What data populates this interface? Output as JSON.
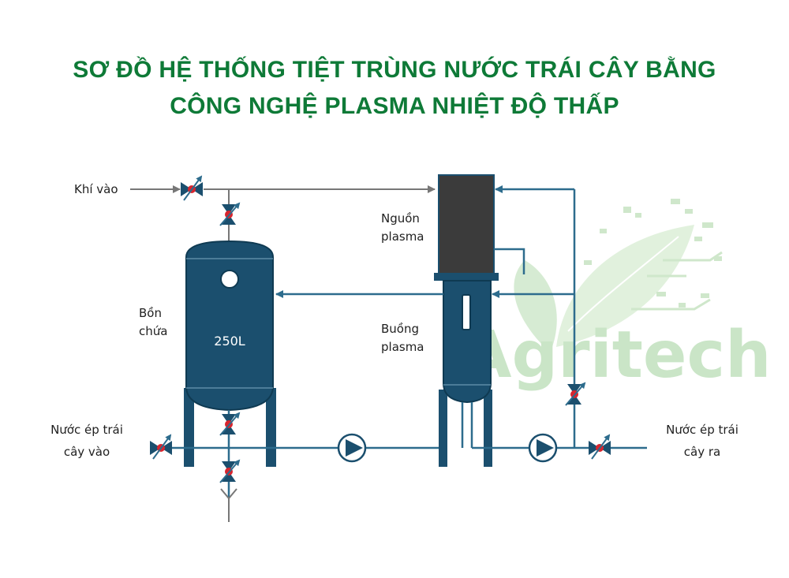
{
  "title": {
    "line1": "SƠ ĐỒ HỆ THỐNG TIỆT TRÙNG NƯỚC TRÁI CÂY BẰNG",
    "line2": "CÔNG NGHỆ PLASMA NHIỆT ĐỘ THẤP",
    "color": "#0e7a37"
  },
  "labels": {
    "air_in": "Khí vào",
    "tank_line1": "Bồn",
    "tank_line2": "chứa",
    "tank_capacity": "250L",
    "plasma_source_line1": "Nguồn",
    "plasma_source_line2": "plasma",
    "plasma_chamber_line1": "Buồng",
    "plasma_chamber_line2": "plasma",
    "juice_in_line1": "Nước ép trái",
    "juice_in_line2": "cây vào",
    "juice_out_line1": "Nước ép trái",
    "juice_out_line2": "cây ra"
  },
  "watermark": {
    "text": "Agritech",
    "color": "#9fd19a"
  },
  "colors": {
    "equipment": "#1b4f6e",
    "pipe": "#2d6c8d",
    "gas_line": "#777777",
    "valve_indicator": "#d8252e",
    "plasma_source": "#3b3b3b"
  }
}
